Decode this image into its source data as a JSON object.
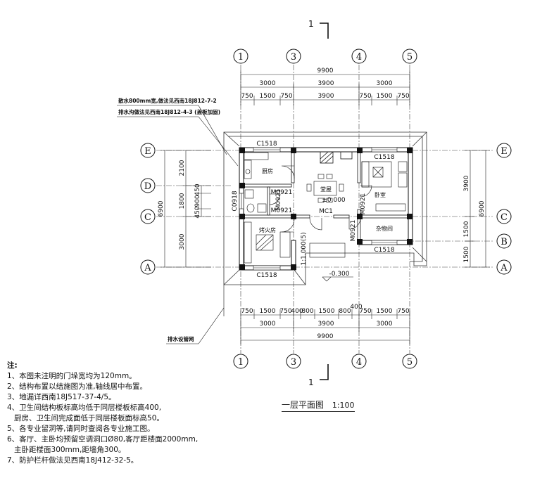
{
  "drawing": {
    "title": "一层平面图",
    "scale": "1:100",
    "section_mark": "1",
    "axes_vertical": [
      "1",
      "3",
      "4",
      "5"
    ],
    "axes_horizontal": [
      "E",
      "D",
      "C",
      "B",
      "A"
    ],
    "dims_top": {
      "total": "9900",
      "spans": [
        "3000",
        "3900",
        "3000"
      ],
      "detail": [
        "750",
        "1500",
        "750",
        "3900",
        "750",
        "1500",
        "750"
      ]
    },
    "dims_bottom": {
      "detail": [
        "750",
        "1500",
        "750",
        "400",
        "800",
        "1500",
        "800",
        "400",
        "750",
        "1500",
        "750"
      ],
      "spans": [
        "3000",
        "3900",
        "3000"
      ],
      "total": "9900"
    },
    "dims_left": {
      "total": "6900",
      "spans": [
        "2100",
        "1800",
        "3000"
      ],
      "detail": [
        "450",
        "900",
        "450"
      ]
    },
    "dims_right": {
      "total": "6900",
      "spans": [
        "3900",
        "1500",
        "1500"
      ]
    },
    "windows": {
      "w_kitchen": "C1518",
      "w_bedroom": "C1518",
      "w_bottom": "C1518",
      "w_store": "C1518",
      "w_side": "C0918"
    },
    "doors": {
      "d1": "M0921",
      "d2": "M0921",
      "d3": "M0921",
      "d4": "M0921",
      "d5": "M0921",
      "mc": "MC1"
    },
    "rooms": {
      "kitchen": "厨房",
      "bedroom": "卧室",
      "living": "堂屋",
      "storage": "杂物间",
      "fire": "烤火房"
    },
    "levels": {
      "floor": "±0.000",
      "outside": "-0.300",
      "step": "1:1.000(5)"
    },
    "annotations": {
      "a1": "散水800mm宽,做法见西南18J812-7-2",
      "a2": "排水沟做法见西南18J812-4-3 (盖板加固)",
      "a3": "排水设管网"
    }
  },
  "notes": {
    "head": "注:",
    "items": [
      "1、本图未注明的门垛宽均为120mm。",
      "2、结构布置以结施图为准,轴线居中布置。",
      "3、地漏详西南18J517-37-4/5。",
      "4、卫生间结构板标高均低于同层楼板标高400,",
      "   厨房、卫生间完成面低于同层楼板面标高50。",
      "5、各专业留洞等,请同时查阅各专业施工图。",
      "6、客厅、主卧均预留空调洞口Ø80,客厅距楼面2000mm,",
      "   主卧距楼面300mm,距墙角300。",
      "7、防护栏杆做法见西南18J412-32-5。"
    ]
  }
}
